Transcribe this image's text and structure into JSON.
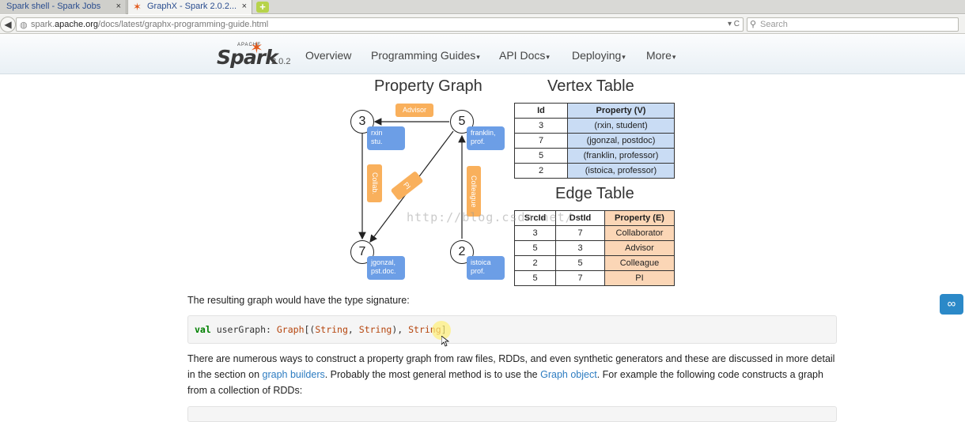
{
  "tabs": [
    {
      "label": "Spark shell - Spark Jobs",
      "close": "×"
    },
    {
      "label": "GraphX - Spark 2.0.2...",
      "close": "×"
    }
  ],
  "new_tab": "+",
  "navbar": {
    "url_prefix": "spark.",
    "url_domain": "apache.org",
    "url_path": "/docs/latest/graphx-programming-guide.html",
    "url_end": "▾ C",
    "search_placeholder": "Search"
  },
  "site": {
    "logo_apache": "APACHE",
    "logo_name": "Spark",
    "logo_version": "2.0.2",
    "menu": [
      {
        "label": "Overview",
        "caret": ""
      },
      {
        "label": "Programming Guides",
        "caret": "▾"
      },
      {
        "label": "API Docs",
        "caret": "▾"
      },
      {
        "label": "Deploying",
        "caret": "▾"
      },
      {
        "label": "More",
        "caret": "▾"
      }
    ]
  },
  "figure": {
    "property_graph_title": "Property Graph",
    "vertex_table_title": "Vertex Table",
    "edge_table_title": "Edge Table",
    "nodes": {
      "n3": "3",
      "n5": "5",
      "n7": "7",
      "n2": "2"
    },
    "vertex_labels": {
      "n3": [
        "rxin",
        "stu."
      ],
      "n5": [
        "franklin,",
        "prof."
      ],
      "n7": [
        "jgonzal,",
        "pst.doc."
      ],
      "n2": [
        "istoica",
        "prof."
      ]
    },
    "edge_labels": {
      "advisor": "Advisor",
      "collab": "Collab.",
      "pi": "PI",
      "colleague": "Colleague"
    },
    "vertex_table": {
      "headers": [
        "Id",
        "Property (V)"
      ],
      "rows": [
        [
          "3",
          "(rxin, student)"
        ],
        [
          "7",
          "(jgonzal, postdoc)"
        ],
        [
          "5",
          "(franklin, professor)"
        ],
        [
          "2",
          "(istoica, professor)"
        ]
      ]
    },
    "edge_table": {
      "headers": [
        "SrcId",
        "DstId",
        "Property (E)"
      ],
      "rows": [
        [
          "3",
          "7",
          "Collaborator"
        ],
        [
          "5",
          "3",
          "Advisor"
        ],
        [
          "2",
          "5",
          "Colleague"
        ],
        [
          "5",
          "7",
          "PI"
        ]
      ]
    },
    "watermark": "http://blog.csdn.net/"
  },
  "content": {
    "para1": "The resulting graph would have the type signature:",
    "code": {
      "kw": "val",
      "name": " userGraph: ",
      "graph": "Graph",
      "open": "[(",
      "s1": "String",
      "comma": ", ",
      "s2": "String",
      "mid": "), ",
      "s3": "String",
      "close": "]"
    },
    "para2_a": "There are numerous ways to construct a property graph from raw files, RDDs, and even synthetic generators and these are discussed in more detail in the section on ",
    "para2_link1": "graph builders",
    "para2_b": ". Probably the most general method is to use the ",
    "para2_link2": "Graph object",
    "para2_c": ". For example the following code constructs a graph from a collection of RDDs:"
  },
  "colors": {
    "accent_link": "#2d7cc1",
    "spark_orange": "#e25a1c",
    "vertex_blue": "#6c9ee6",
    "edge_orange": "#f9b05c"
  }
}
